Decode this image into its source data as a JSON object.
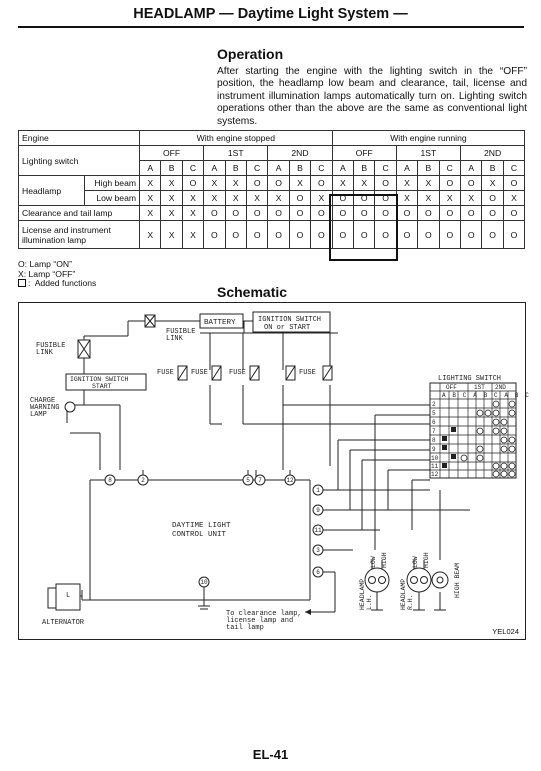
{
  "header": {
    "title": "HEADLAMP — Daytime Light System —"
  },
  "operation": {
    "title": "Operation",
    "text": "After starting the engine with the lighting switch in the “OFF” position, the headlamp low beam and clearance, tail, license and instrument illumination lamps automatically turn on. Lighting switch operations other than the above are the same as conventional light systems."
  },
  "table": {
    "engine_label": "Engine",
    "stopped_label": "With engine stopped",
    "running_label": "With engine running",
    "switch_label": "Lighting switch",
    "positions": [
      "OFF",
      "1ST",
      "2ND",
      "OFF",
      "1ST",
      "2ND"
    ],
    "letters": [
      "A",
      "B",
      "C",
      "A",
      "B",
      "C",
      "A",
      "B",
      "C",
      "A",
      "B",
      "C",
      "A",
      "B",
      "C",
      "A",
      "B",
      "C"
    ],
    "headlamp_label": "Headlamp",
    "high_beam_label": "High beam",
    "low_beam_label": "Low beam",
    "clearance_label": "Clearance and tail lamp",
    "license_label": "License and instrument illumination lamp",
    "high_beam": [
      "X",
      "X",
      "O",
      "X",
      "X",
      "O",
      "O",
      "X",
      "O",
      "X",
      "X",
      "O",
      "X",
      "X",
      "O",
      "O",
      "X",
      "O"
    ],
    "low_beam": [
      "X",
      "X",
      "X",
      "X",
      "X",
      "X",
      "X",
      "O",
      "X",
      "O",
      "O",
      "O",
      "X",
      "X",
      "X",
      "X",
      "O",
      "X"
    ],
    "clearance": [
      "X",
      "X",
      "X",
      "O",
      "O",
      "O",
      "O",
      "O",
      "O",
      "O",
      "O",
      "O",
      "O",
      "O",
      "O",
      "O",
      "O",
      "O"
    ],
    "license": [
      "X",
      "X",
      "X",
      "O",
      "O",
      "O",
      "O",
      "O",
      "O",
      "O",
      "O",
      "O",
      "O",
      "O",
      "O",
      "O",
      "O",
      "O"
    ]
  },
  "legend": {
    "on": "O:  Lamp “ON”",
    "off": "X:  Lamp “OFF”",
    "added": "Added functions"
  },
  "schematic": {
    "title": "Schematic",
    "battery": "BATTERY",
    "ign_on": "IGNITION SWITCH",
    "ign_on2": "ON or START",
    "fusible_link": "FUSIBLE",
    "fusible_link2": "LINK",
    "fusible_left": "FUSIBLE",
    "fusible_left2": "LINK",
    "ign_start": "IGNITION SWITCH",
    "ign_start2": "START",
    "fuse": "FUSE",
    "charge1": "CHARGE",
    "charge2": "WARNING",
    "charge3": "LAMP",
    "dlcu1": "DAYTIME LIGHT",
    "dlcu2": "CONTROL UNIT",
    "alternator": "ALTERNATOR",
    "alt_l": "L",
    "clearance_note1": "To clearance lamp,",
    "clearance_note2": "license lamp and",
    "clearance_note3": "tail lamp",
    "headlamp_lh": "HEADLAMP",
    "lh": "L.H.",
    "headlamp_rh": "HEADLAMP",
    "rh": "R.H.",
    "low": "LOW",
    "high": "HIGH",
    "high_beam": "HIGH BEAM",
    "lighting_switch": "LIGHTING SWITCH",
    "ls_off": "OFF",
    "ls_1st": "1ST",
    "ls_2nd": "2ND",
    "ls_letters": "A B C A B C A B C",
    "rows": [
      "2",
      "5",
      "6",
      "7",
      "8",
      "9",
      "10",
      "11",
      "12"
    ],
    "terminals": [
      "8",
      "2",
      "5",
      "7",
      "12",
      "1",
      "9",
      "11",
      "3",
      "6",
      "10"
    ],
    "code": "YEL024"
  },
  "page_number": "EL-41"
}
